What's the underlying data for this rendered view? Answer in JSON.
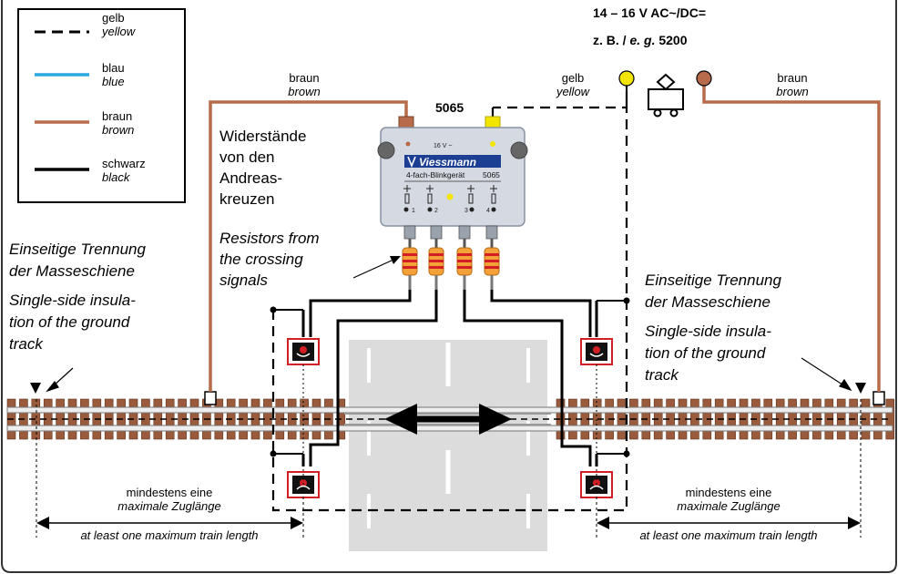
{
  "legend": {
    "items": [
      {
        "de": "gelb",
        "en": "yellow",
        "color": "#000000",
        "dashed": true
      },
      {
        "de": "blau",
        "en": "blue",
        "color": "#29a9e0",
        "dashed": false
      },
      {
        "de": "braun",
        "en": "brown",
        "color": "#b86b4b",
        "dashed": false
      },
      {
        "de": "schwarz",
        "en": "black",
        "color": "#000000",
        "dashed": false
      }
    ]
  },
  "power": {
    "voltage": "14 – 16 V AC~/DC=",
    "example_prefix": "z. B. / ",
    "example_italic": "e. g.",
    "example_number": " 5200"
  },
  "wires": {
    "brown_left_de": "braun",
    "brown_left_en": "brown",
    "yellow_de": "gelb",
    "yellow_en": "yellow",
    "brown_right_de": "braun",
    "brown_right_en": "brown"
  },
  "module": {
    "number": "5065",
    "brand": "Viessmann",
    "name": "4-fach-Blinkgerät",
    "model": "5065",
    "voltage": "16 V ~",
    "channels": [
      "1",
      "2",
      "3",
      "4"
    ]
  },
  "resistors": {
    "de_lines": [
      "Widerstände",
      "von den",
      "Andreas-",
      "kreuzen"
    ],
    "en_lines": [
      "Resistors from",
      "the crossing",
      "signals"
    ]
  },
  "insulation_left": {
    "de_lines": [
      "Einseitige Trennung",
      "der Masseschiene"
    ],
    "en_lines": [
      "Single-side insula-",
      "tion of the ground",
      "track"
    ]
  },
  "insulation_right": {
    "de_lines": [
      "Einseitige Trennung",
      "der Masseschiene"
    ],
    "en_lines": [
      "Single-side insula-",
      "tion of the ground",
      "track"
    ]
  },
  "distance_left": {
    "de_line1": "mindestens eine",
    "de_line2": "maximale Zuglänge",
    "en": "at least one maximum train length"
  },
  "distance_right": {
    "de_line1": "mindestens eine",
    "de_line2": "maximale Zuglänge",
    "en": "at least one maximum train length"
  },
  "colors": {
    "brown": "#b86b4b",
    "blue": "#29a9e0",
    "yellow": "#f2e500",
    "rail_brown": "#9a5a3c",
    "red": "#d21f26",
    "road": "#dcdcdc",
    "module": "#d4d9e2",
    "brand_blue": "#1d3f93"
  }
}
